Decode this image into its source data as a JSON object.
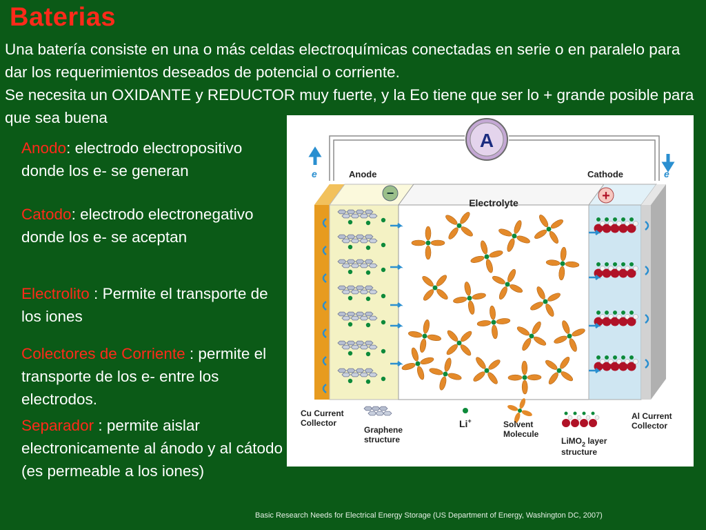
{
  "title": "Baterias",
  "intro": [
    "Una batería consiste en una o más celdas electroquímicas conectadas en serie o en paralelo para dar los requerimientos deseados de potencial o corriente.",
    "Se necesita un OXIDANTE y REDUCTOR muy fuerte, y la Eo tiene que ser lo + grande posible para que sea buena"
  ],
  "definitions": [
    {
      "term": "Anodo",
      "sep": ": ",
      "text": "electrodo electropositivo donde los e- se generan"
    },
    {
      "term": "Catodo",
      "sep": ": ",
      "text": "electrodo electronegativo donde los e- se aceptan"
    },
    {
      "term": "Electrolito",
      "sep": " : ",
      "text": "Permite el transporte de los iones"
    },
    {
      "term": "Colectores de Corriente",
      "sep": " : ",
      "text": "permite el transporte de los e- entre los electrodos."
    },
    {
      "term": "Separador",
      "sep": " : ",
      "text": "permite aislar electronicamente al ánodo y al cátodo (es permeable a los iones)"
    }
  ],
  "diagram": {
    "ammeter": "A",
    "anode": "Anode",
    "cathode": "Cathode",
    "electrolyte": "Electrolyte",
    "electron": "e",
    "minus": "−",
    "plus": "+",
    "legend": {
      "cu_collector": [
        "Cu Current",
        "Collector"
      ],
      "graphene": [
        "Graphene",
        "structure"
      ],
      "li": "Li",
      "li_sup": "+",
      "solvent": [
        "Solvent",
        "Molecule"
      ],
      "limo2": [
        "LiMO",
        "2",
        " layer",
        "structure"
      ],
      "al_collector": [
        "Al Current",
        "Collector"
      ]
    },
    "colors": {
      "li": "#0d8a3a",
      "solvent": "#e48a2a",
      "limo2": "#b01227",
      "arrow": "#2a8fd0",
      "anode_fill": "#f4f2c4",
      "cathode_fill": "#cfe6f2",
      "cu": "#e79b1f",
      "al": "#c9c9c9"
    }
  },
  "credit": "Basic Research Needs for Electrical Energy Storage (US Department of Energy, Washington DC, 2007)"
}
